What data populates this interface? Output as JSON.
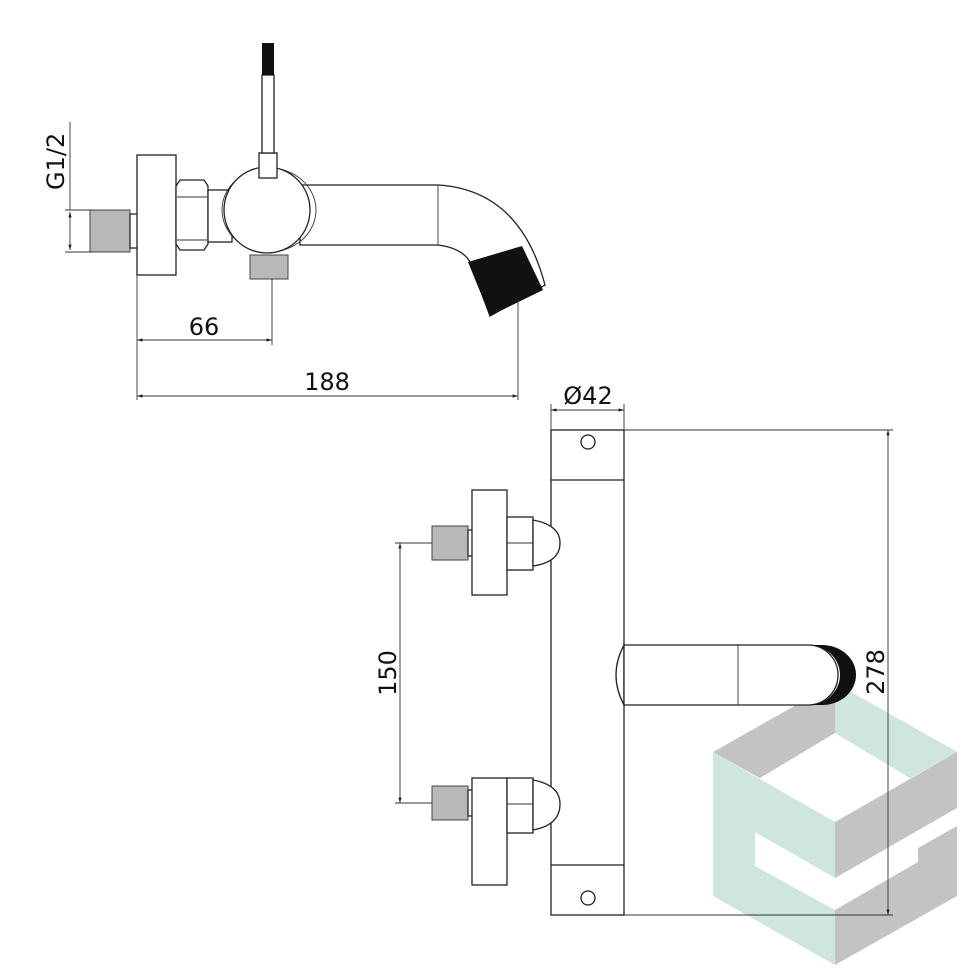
{
  "title": "Bath mixer technical drawing",
  "dimensions": {
    "thread": "G1/2",
    "outlet_offset": "66",
    "projection": "188",
    "body_diameter": "Ø42",
    "inlet_spacing": "150",
    "body_height": "278"
  },
  "colors": {
    "line": "#222222",
    "thread_fill": "#b8b8b8",
    "logo_teal": "#cfe6de",
    "logo_gray": "#c3c3c3"
  }
}
